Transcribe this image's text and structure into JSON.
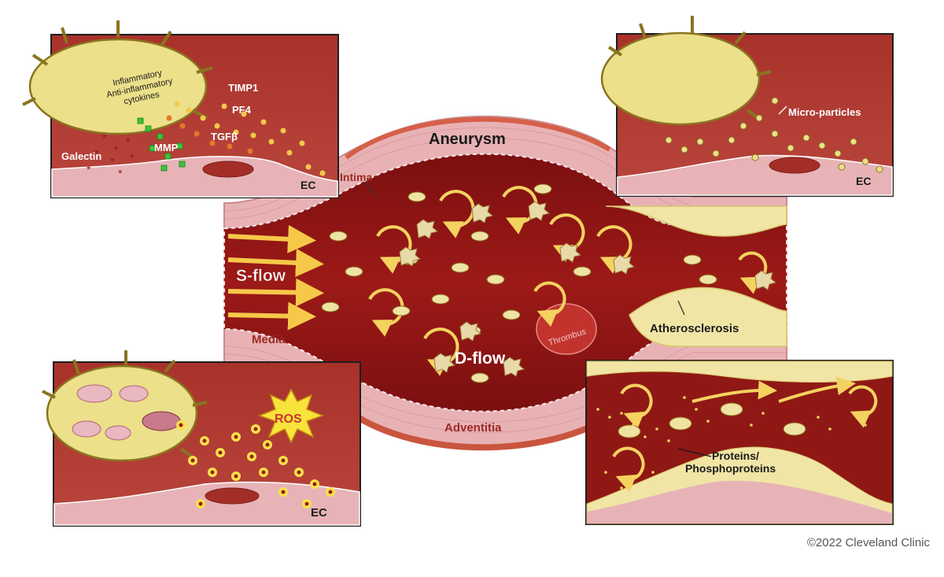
{
  "central": {
    "title": "Aneurysm",
    "intima": "Intima",
    "media": "Media",
    "adventitia": "Adventitia",
    "s_flow": "S-flow",
    "d_flow": "D-flow",
    "thrombus": "Thrombus",
    "atherosclerosis": "Atherosclerosis"
  },
  "panel_top_left": {
    "cytokines_line1": "Inflammatory",
    "cytokines_line2": "Anti-inflammatory",
    "cytokines_line3": "cytokines",
    "timp1": "TIMP1",
    "pf4": "PF4",
    "tgfb": "TGFβ",
    "mmp": "MMP",
    "galectin": "Galectin",
    "ec": "EC"
  },
  "panel_top_right": {
    "microparticles": "Micro-particles",
    "ec": "EC"
  },
  "panel_bottom_left": {
    "ros": "ROS",
    "ec": "EC"
  },
  "panel_bottom_right": {
    "proteins_line1": "Proteins/",
    "proteins_line2": "Phosphoproteins"
  },
  "copyright": "©2022 Cleveland Clinic",
  "colors": {
    "blood": "#8e1414",
    "wall": "#e7b3b7",
    "platelet": "#ece08a",
    "plaque": "#f1e5a6",
    "arrow": "#f4d25f"
  }
}
